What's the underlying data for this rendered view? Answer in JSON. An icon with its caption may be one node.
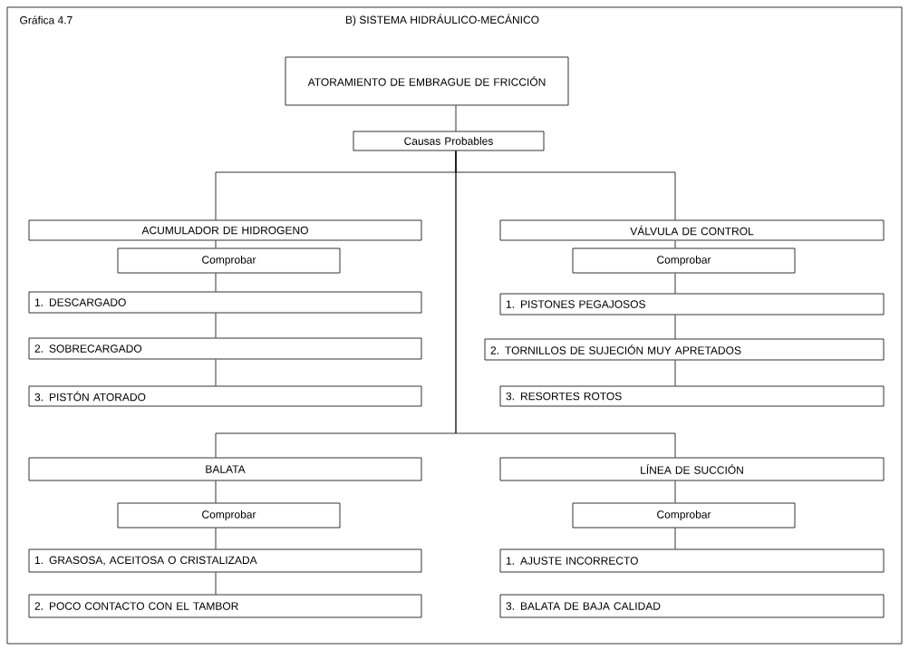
{
  "diagram": {
    "title": "B) SISTEMA HIDRÁULICO-MECÁNICO",
    "nodes": [
      {
        "text": [
          "ATORAMIENTO DE EMBRAGUE DE FRICCIÓN"
        ]
      },
      {
        "text": [
          "Causas Probables"
        ]
      },
      {
        "text": [
          "ACUMULADOR DE HIDROGENO"
        ]
      },
      {
        "text": [
          "Comprobar"
        ]
      },
      {
        "text": [
          "1. DESCARGADO"
        ]
      },
      {
        "text": [
          "2. SOBRECARGADO"
        ]
      },
      {
        "text": [
          "3. PISTÓN ATORADO"
        ]
      },
      {
        "text": [
          "VÁLVULA DE CONTROL"
        ]
      },
      {
        "text": [
          "Comprobar"
        ]
      },
      {
        "text": [
          "1. PISTONES PEGAJOSOS"
        ]
      },
      {
        "text": [
          "2. TORNILLOS DE SUJECIÓN MUY APRETADOS"
        ]
      },
      {
        "text": [
          "3. RESORTES ROTOS"
        ]
      },
      {
        "text": [
          "BALATA"
        ]
      },
      {
        "text": [
          "Comprobar"
        ]
      },
      {
        "text": [
          "1. GRASOSA, ACEITOSA O CRISTALIZADA"
        ]
      },
      {
        "text": [
          "2. POCO CONTACTO CON EL TAMBOR"
        ]
      },
      {
        "text": [
          "LÍNEA DE SUCCIÓN"
        ]
      },
      {
        "text": [
          "Comprobar"
        ]
      },
      {
        "text": [
          "1. AJUSTE INCORRECTO"
        ]
      },
      {
        "text": [
          "3. BALATA DE BAJA CALIDAD"
        ]
      }
    ],
    "edges": [
      {
        "from": 0,
        "to": 1,
        "arrow": "none"
      },
      {
        "from": 1,
        "to": 2,
        "arrow": "none"
      },
      {
        "from": 1,
        "to": 7,
        "arrow": "none"
      },
      {
        "from": 1,
        "to": 12,
        "arrow": "none"
      },
      {
        "from": 1,
        "to": 16,
        "arrow": "none"
      },
      {
        "from": 2,
        "to": 3,
        "arrow": "none"
      },
      {
        "from": 3,
        "to": 4,
        "arrow": "none"
      },
      {
        "from": 4,
        "to": 5,
        "arrow": "none"
      },
      {
        "from": 5,
        "to": 6,
        "arrow": "none"
      },
      {
        "from": 7,
        "to": 8,
        "arrow": "none"
      },
      {
        "from": 8,
        "to": 9,
        "arrow": "none"
      },
      {
        "from": 9,
        "to": 10,
        "arrow": "none"
      },
      {
        "from": 10,
        "to": 11,
        "arrow": "none"
      },
      {
        "from": 12,
        "to": 13,
        "arrow": "none"
      },
      {
        "from": 13,
        "to": 14,
        "arrow": "none"
      },
      {
        "from": 14,
        "to": 15,
        "arrow": "none"
      },
      {
        "from": 16,
        "to": 17,
        "arrow": "none"
      },
      {
        "from": 17,
        "to": 18,
        "arrow": "none"
      }
    ],
    "labels": [
      "Gráfica 4.7"
    ]
  }
}
